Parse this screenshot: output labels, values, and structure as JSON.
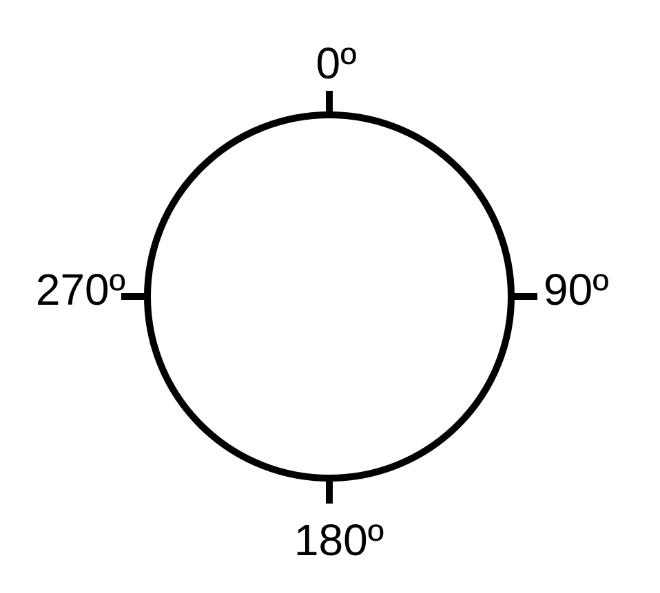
{
  "diagram": {
    "labels": {
      "top": "0º",
      "right": "90º",
      "bottom": "180º",
      "left": "270º"
    },
    "colors": {
      "stroke": "#000000",
      "background": "#ffffff"
    }
  }
}
